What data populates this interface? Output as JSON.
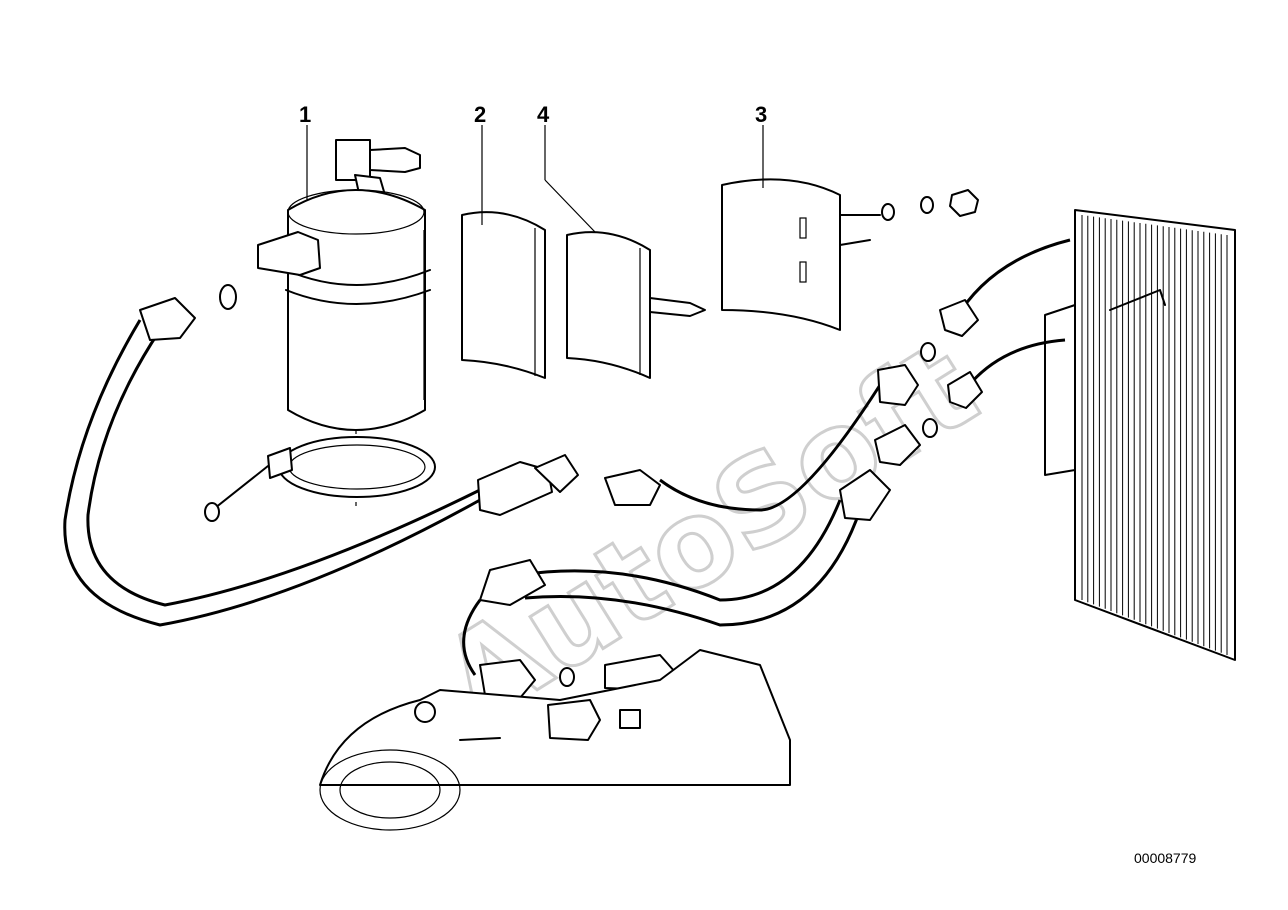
{
  "diagram": {
    "callouts": [
      {
        "id": "1",
        "label": "1"
      },
      {
        "id": "2",
        "label": "2"
      },
      {
        "id": "4",
        "label": "4"
      },
      {
        "id": "3",
        "label": "3"
      }
    ],
    "watermark": "AutoSoft",
    "part_number": "00008779"
  }
}
